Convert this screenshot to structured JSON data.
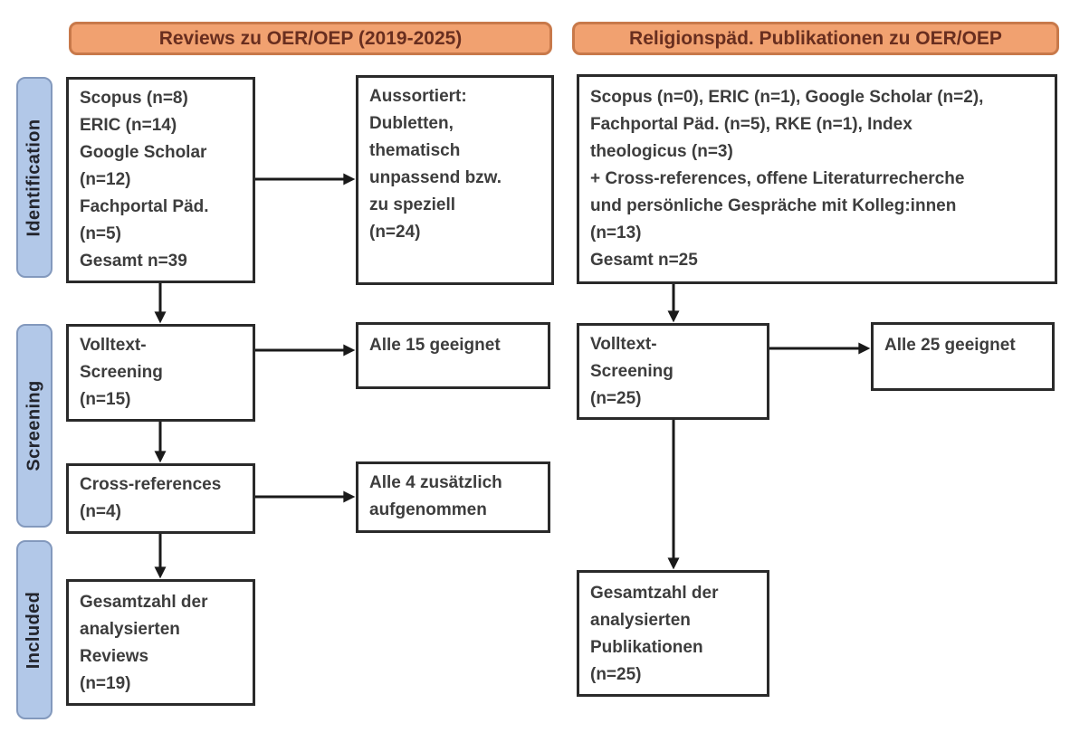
{
  "headers": {
    "left": "Reviews zu OER/OEP (2019-2025)",
    "right": "Religionspäd. Publikationen zu OER/OEP"
  },
  "stage_labels": {
    "identification": "Identification",
    "screening": "Screening",
    "included": "Included"
  },
  "boxes": {
    "left_sources": {
      "text": "Scopus (n=8)\nERIC (n=14)\nGoogle Scholar\n(n=12)\nFachportal Päd.\n(n=5)\nGesamt n=39"
    },
    "left_excluded": {
      "text": "Aussortiert:\nDubletten,\nthematisch\nunpassend bzw.\nzu speziell\n(n=24)"
    },
    "left_fulltext": {
      "text": "Volltext-\nScreening\n(n=15)"
    },
    "left_fulltext_result": {
      "text": "Alle 15 geeignet"
    },
    "left_crossref": {
      "text": "Cross-references\n(n=4)"
    },
    "left_crossref_result": {
      "text": "Alle 4 zusätzlich\naufgenommen"
    },
    "left_included": {
      "text": "Gesamtzahl der\nanalysierten\nReviews\n(n=19)"
    },
    "right_sources": {
      "text": "Scopus (n=0), ERIC (n=1), Google Scholar (n=2),\nFachportal Päd. (n=5), RKE (n=1), Index\ntheologicus (n=3)\n+ Cross-references, offene Literaturrecherche\nund persönliche Gespräche mit Kolleg:innen\n(n=13)\nGesamt n=25"
    },
    "right_fulltext": {
      "text": "Volltext-\nScreening\n(n=25)"
    },
    "right_fulltext_result": {
      "text": "Alle 25 geeignet"
    },
    "right_included": {
      "text": "Gesamtzahl der\nanalysierten\nPublikationen\n(n=25)"
    }
  },
  "colors": {
    "header_fill": "#f1a170",
    "header_border": "#c8794a",
    "header_text": "#682e1f",
    "stage_fill": "#b2c8e8",
    "stage_border": "#8399bd",
    "stage_text": "#23252d",
    "node_border": "#2a2a2a",
    "node_text": "#3d3d3d",
    "arrow": "#1a1a1a",
    "background": "#ffffff"
  }
}
